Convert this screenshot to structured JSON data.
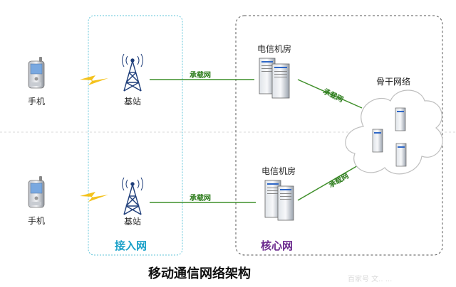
{
  "title": "移动通信网络架构",
  "regions": {
    "access": {
      "label": "接入网",
      "color": "#1aa0c8"
    },
    "core": {
      "label": "核心网",
      "color": "#6b2a8e"
    }
  },
  "nodes": {
    "phone_top": "手机",
    "phone_bottom": "手机",
    "bs_top": "基站",
    "bs_bottom": "基站",
    "room_top": "电信机房",
    "room_bottom": "电信机房",
    "backbone": "骨干网络"
  },
  "links": {
    "bs_room_top": "承载网",
    "bs_room_bottom": "承载网",
    "room_backbone_top": "承载网",
    "room_backbone_bottom": "承载网"
  },
  "watermark": "百家号 文.. ..."
}
